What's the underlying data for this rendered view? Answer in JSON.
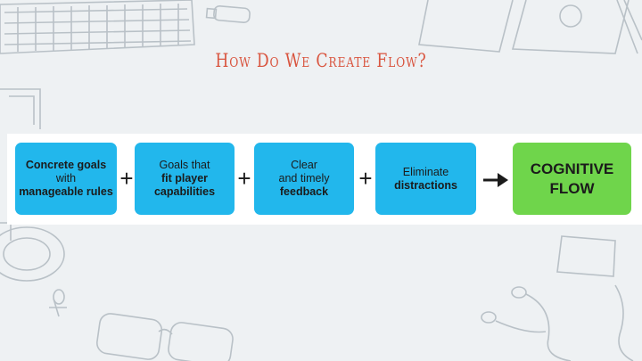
{
  "slide": {
    "title": "How Do We Create Flow?"
  },
  "flow_diagram": {
    "steps": [
      {
        "lines": [
          "Concrete goals",
          "with",
          "manageable rules"
        ]
      },
      {
        "lines": [
          "Goals that",
          "fit player",
          "capabilities"
        ]
      },
      {
        "lines": [
          "Clear",
          "and timely",
          "feedback"
        ]
      },
      {
        "lines": [
          "Eliminate",
          "distractions"
        ]
      }
    ],
    "result": {
      "lines": [
        "COGNITIVE",
        "FLOW"
      ]
    },
    "operators": [
      "+",
      "+",
      "+"
    ]
  },
  "colors": {
    "title": "#d9553f",
    "step_box": "#22b7ec",
    "result_box": "#6fd54b",
    "background": "#eef1f3"
  },
  "icons": [
    "arrow-right-icon",
    "keyboard-sketch",
    "usb-drive-sketch",
    "notebook-sketch",
    "coffee-cup-sketch",
    "eyeglasses-sketch",
    "earphones-sketch",
    "sticky-note-sketch"
  ]
}
